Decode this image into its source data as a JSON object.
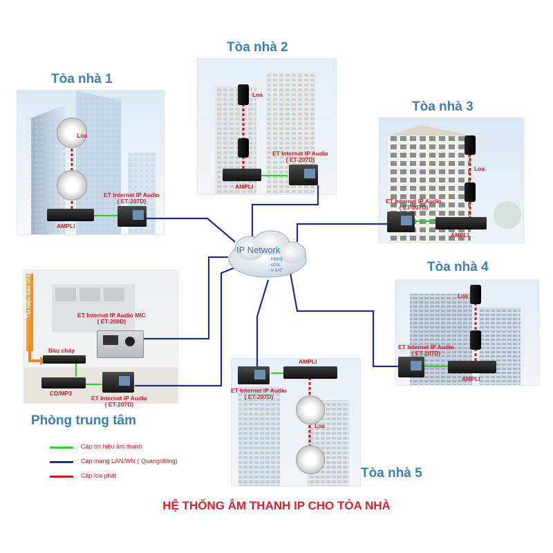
{
  "title": "HỆ THỐNG ÂM THANH IP CHO TÒA NHÀ",
  "network": {
    "label": "IP Network",
    "types": [
      "- FIBRE",
      "- xDSL",
      "- V-SAT"
    ]
  },
  "buildings": [
    {
      "name": "Tòa nhà 1"
    },
    {
      "name": "Tòa nhà 2"
    },
    {
      "name": "Tòa nhà 3"
    },
    {
      "name": "Tòa nhà 4"
    },
    {
      "name": "Tòa nhà 5"
    }
  ],
  "labels": {
    "speaker": "Loa",
    "amp": "AMPLI",
    "ip_audio_l1": "ET Internet IP Audio",
    "ip_audio_l2": "( ET-207D)",
    "ip_mic_l1": "ET Internet IP Audio MIC",
    "ip_mic_l2": "( ET-208D)",
    "fire_alarm": "Báo cháy",
    "fire_signal": "Tín hiệu báo cháy",
    "cd_mp3": "CD/MP3"
  },
  "central_room": "Phòng trung tâm",
  "legend": [
    {
      "label": "Cáp tín hiệu âm thanh",
      "color": "#33cc33"
    },
    {
      "label": "Cáp mạng LAN/WN ( Quang/đồng)",
      "color": "#1d2b8f"
    },
    {
      "label": "Cáp loa phát",
      "color": "#cc1a1a"
    }
  ]
}
